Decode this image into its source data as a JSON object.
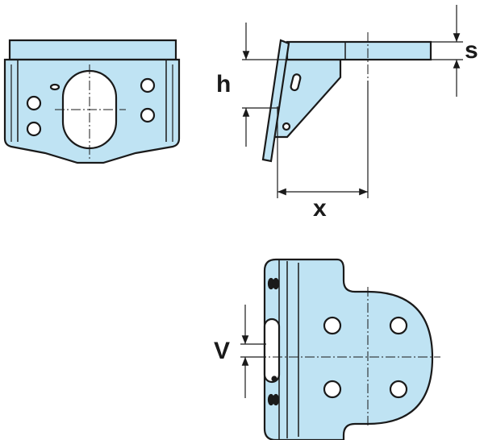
{
  "colors": {
    "part_fill": "#bfe3f3",
    "outline": "#1a1a1a",
    "hole_fill": "#ffffff",
    "background": "#ffffff"
  },
  "dimensions": {
    "h_label": "h",
    "s_label": "s",
    "x_label": "x",
    "v_label": "V"
  }
}
